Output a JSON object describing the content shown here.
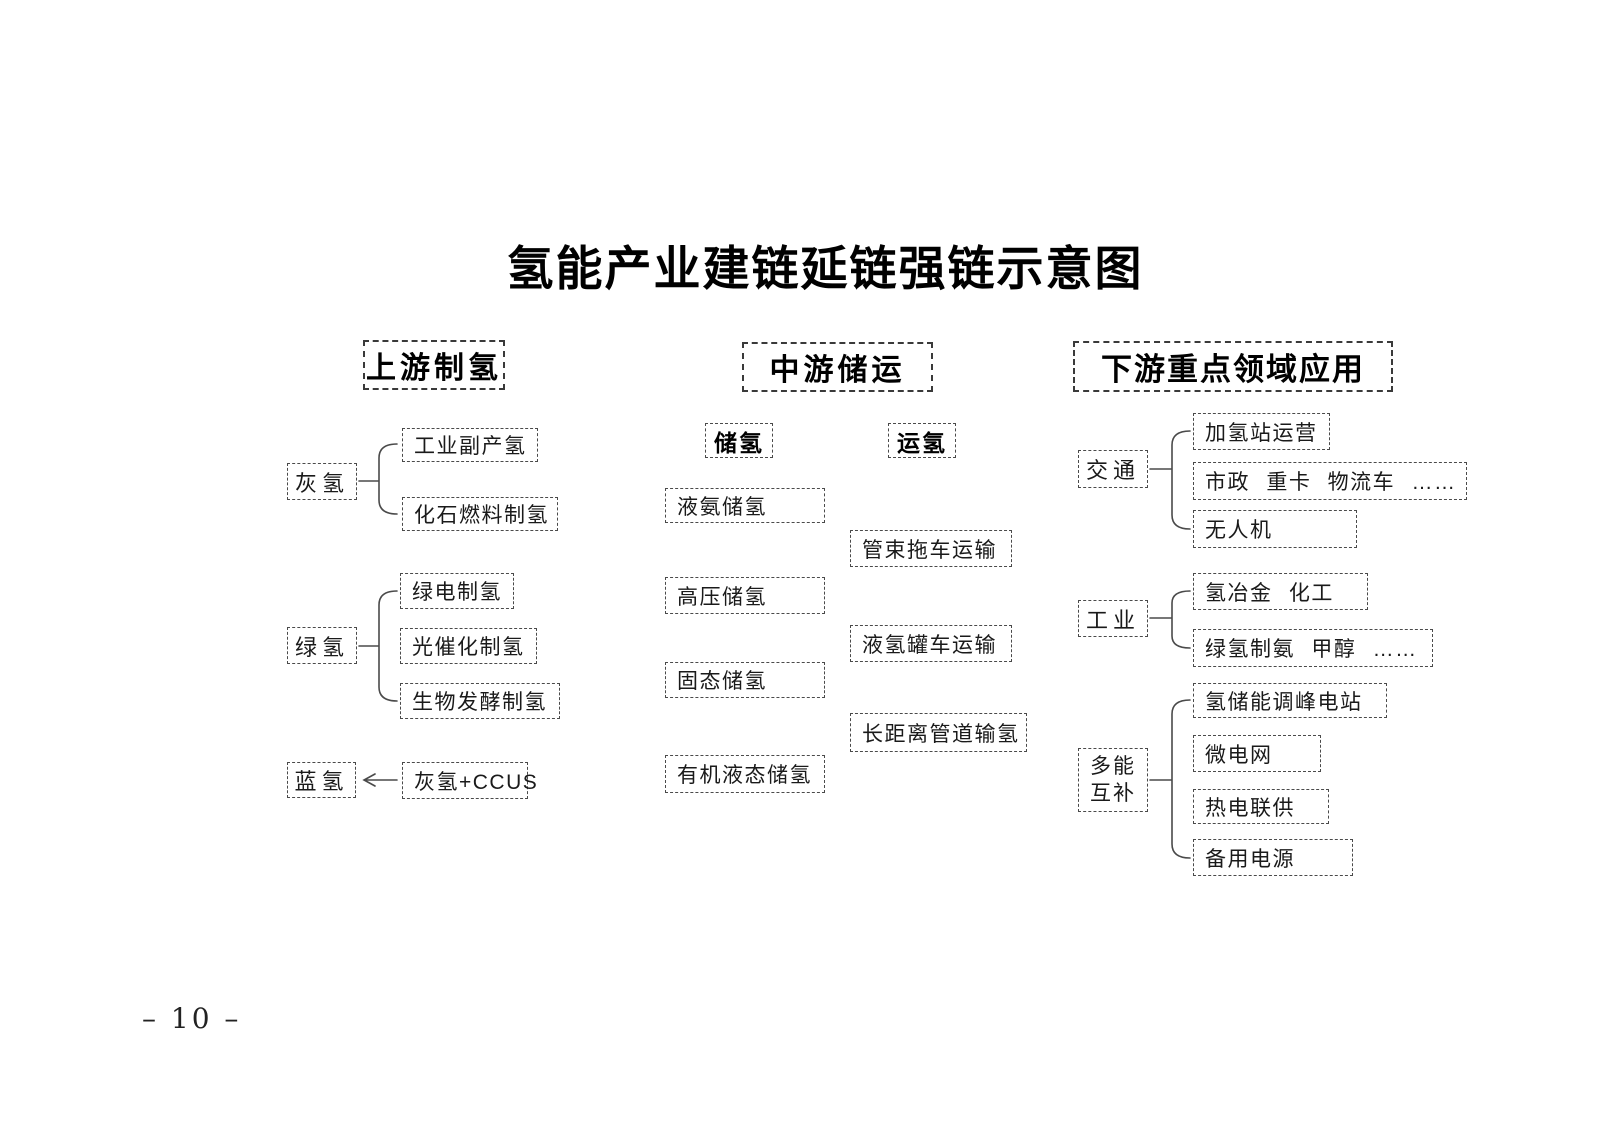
{
  "title": "氢能产业建链延链强链示意图",
  "page_number": "– 10 –",
  "upstream": {
    "header": "上游制氢",
    "gray": {
      "parent": "灰氢",
      "children": [
        "工业副产氢",
        "化石燃料制氢"
      ]
    },
    "green": {
      "parent": "绿氢",
      "children": [
        "绿电制氢",
        "光催化制氢",
        "生物发酵制氢"
      ]
    },
    "blue": {
      "parent": "蓝氢",
      "source": "灰氢+CCUS"
    }
  },
  "midstream": {
    "header": "中游储运",
    "storage": {
      "label": "储氢",
      "items": [
        "液氨储氢",
        "高压储氢",
        "固态储氢",
        "有机液态储氢"
      ]
    },
    "transport": {
      "label": "运氢",
      "items": [
        "管束拖车运输",
        "液氢罐车运输",
        "长距离管道输氢"
      ]
    }
  },
  "downstream": {
    "header": "下游重点领域应用",
    "transportation": {
      "parent": "交通",
      "children": [
        "加氢站运营",
        "市政 重卡 物流车 ……",
        "无人机"
      ]
    },
    "industry": {
      "parent": "工业",
      "children": [
        "氢冶金 化工",
        "绿氢制氨 甲醇 ……"
      ]
    },
    "multi_energy": {
      "parent": "多能互补",
      "children": [
        "氢储能调峰电站",
        "微电网",
        "热电联供",
        "备用电源"
      ]
    }
  }
}
